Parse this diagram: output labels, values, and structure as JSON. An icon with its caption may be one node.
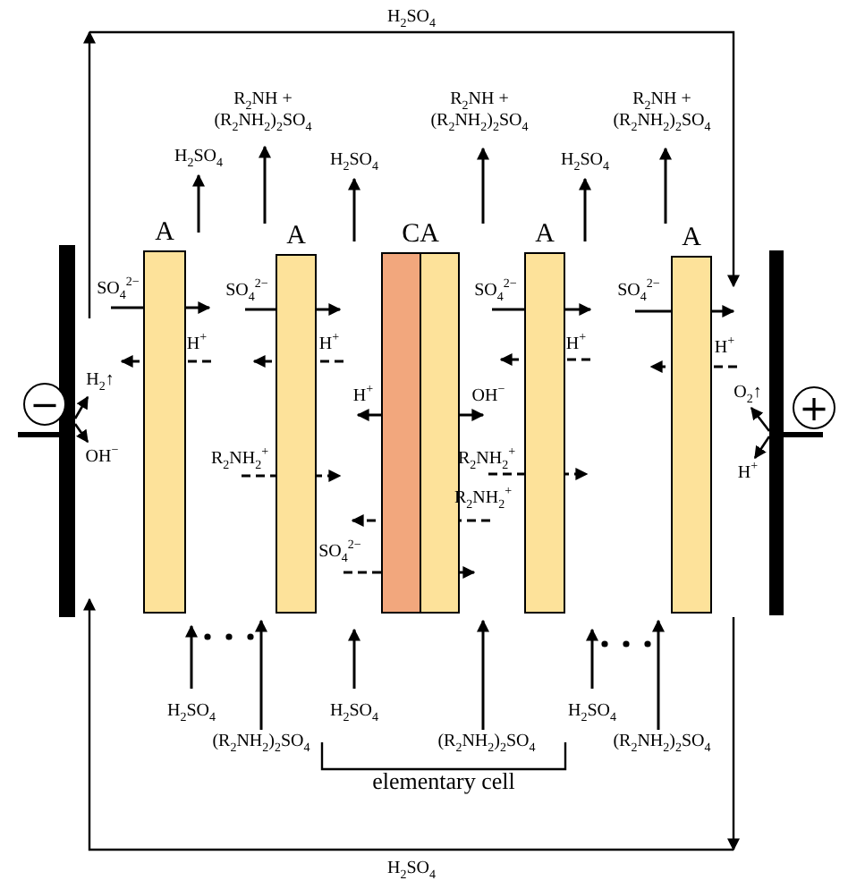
{
  "diagram": {
    "nodes": [
      {
        "text": [
          "A"
        ]
      },
      {
        "text": [
          "A"
        ]
      },
      {
        "text": [
          "CA"
        ]
      },
      {
        "text": [
          "A"
        ]
      },
      {
        "text": [
          "A"
        ]
      },
      {
        "text": [],
        "shape": "bar"
      },
      {
        "text": [],
        "shape": "bar"
      }
    ],
    "edges": [],
    "labels": [
      "H$_{2}$SO$_{4}$",
      "R$_{2}$NH + (R$_{2}$NH$_{2}$)$_{2}$SO$_{4}$",
      "R$_{2}$NH + (R$_{2}$NH$_{2}$)$_{2}$SO$_{4}$",
      "R$_{2}$NH + (R$_{2}$NH$_{2}$)$_{2}$SO$_{4}$",
      "H$_{2}$SO$_{4}$",
      "H$_{2}$SO$_{4}$",
      "H$_{2}$SO$_{4}$",
      "SO$_{4}$$^{2−}$",
      "SO$_{4}$$^{2−}$",
      "SO$_{4}$$^{2−}$",
      "SO$_{4}$$^{2−}$",
      "H$^{+}$",
      "H$^{+}$",
      "H$^{+}$",
      "H$^{+}$",
      "H$_{2}$↑",
      "H$^{+}$",
      "OH$^{−}$",
      "O$_{2}$↑",
      "−",
      "+",
      "OH$^{−}$",
      "R$_{2}$NH$_{2}$$^{+}$",
      "R$_{2}$NH$_{2}$$^{+}$",
      "H$^{+}$",
      "R$_{2}$NH$_{2}$$^{+}$",
      "SO$_{4}$$^{2−}$",
      "H$_{2}$SO$_{4}$",
      "H$_{2}$SO$_{4}$",
      "H$_{2}$SO$_{4}$",
      "(R$_{2}$NH$_{2}$)$_{2}$SO$_{4}$",
      "(R$_{2}$NH$_{2}$)$_{2}$SO$_{4}$",
      "(R$_{2}$NH$_{2}$)$_{2}$SO$_{4}$",
      "elementary cell",
      "H$_{2}$SO$_{4}$"
    ]
  }
}
